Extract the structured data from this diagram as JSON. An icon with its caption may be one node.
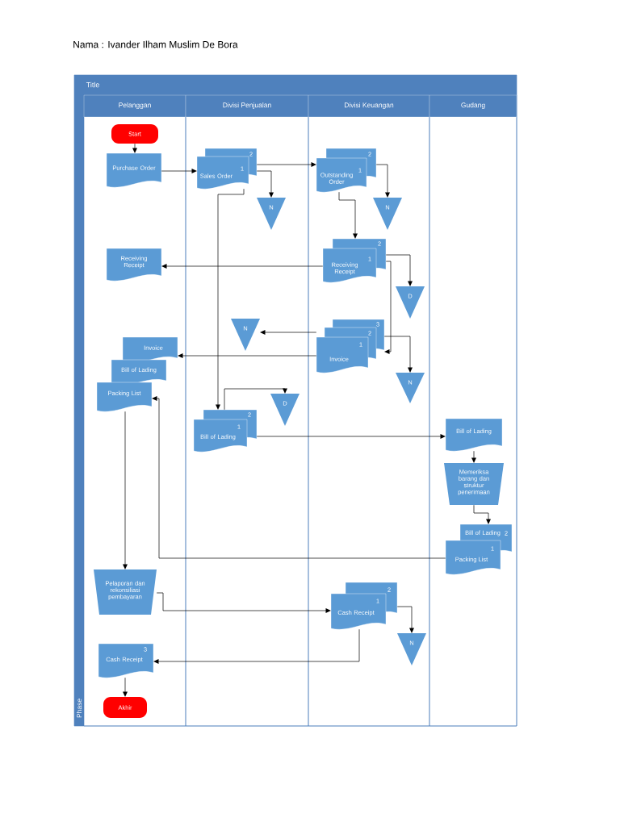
{
  "diagram": {
    "title": "Nama : Ivander Ilham Muslim De Bora",
    "nodes": [
      {
        "text": [
          "Title"
        ]
      },
      {
        "text": [
          "Phase"
        ],
        "in": 0
      },
      {
        "text": [
          "Pelanggan"
        ],
        "in": 0
      },
      {
        "text": [
          "Divisi Penjualan"
        ],
        "in": 0
      },
      {
        "text": [
          "Divisi Keuangan"
        ],
        "in": 0
      },
      {
        "text": [
          "Gudang"
        ],
        "in": 0
      },
      {
        "text": [
          "Start"
        ],
        "in": 2
      },
      {
        "text": [
          "Purchase Order"
        ],
        "in": 2
      },
      {
        "text": [
          "Sales Order",
          "1",
          "2"
        ],
        "in": 3
      },
      {
        "text": [
          "N"
        ],
        "in": 3
      },
      {
        "text": [
          "Outstanding Order",
          "1",
          "2"
        ],
        "in": 4
      },
      {
        "text": [
          "N"
        ],
        "in": 4
      },
      {
        "text": [
          "Receiving Receipt"
        ],
        "in": 2
      },
      {
        "text": [
          "Receiving Receipt",
          "1",
          "2"
        ],
        "in": 4
      },
      {
        "text": [
          "D"
        ],
        "in": 4
      },
      {
        "text": [
          "N"
        ],
        "in": 3
      },
      {
        "text": [
          "Invoice",
          "1",
          "2",
          "3"
        ],
        "in": 4
      },
      {
        "text": [
          "N"
        ],
        "in": 4
      },
      {
        "text": [
          "Invoice"
        ],
        "in": 2
      },
      {
        "text": [
          "Bill of Lading"
        ],
        "in": 2
      },
      {
        "text": [
          "Packing List"
        ],
        "in": 2
      },
      {
        "text": [
          "D"
        ],
        "in": 3
      },
      {
        "text": [
          "Bill of Lading",
          "1",
          "2"
        ],
        "in": 3
      },
      {
        "text": [
          "Bill of Lading"
        ],
        "in": 5
      },
      {
        "text": [
          "Memeriksa barang dan struktur penerimaan"
        ],
        "in": 5
      },
      {
        "text": [
          "Bill of Lading",
          "2",
          "Packing List",
          "1"
        ],
        "in": 5
      },
      {
        "text": [
          "Pelaporan dan rekonsiliasi pembayaran"
        ],
        "in": 2
      },
      {
        "text": [
          "Cash Receipt",
          "1",
          "2"
        ],
        "in": 4
      },
      {
        "text": [
          "N"
        ],
        "in": 4
      },
      {
        "text": [
          "Cash Receipt",
          "3"
        ],
        "in": 2
      },
      {
        "text": [
          "Akhir"
        ],
        "in": 2
      }
    ],
    "edges": [
      {
        "from": 6,
        "to": 7,
        "arrow": "to"
      },
      {
        "from": 7,
        "to": 8,
        "arrow": "to"
      },
      {
        "from": 8,
        "to": 10,
        "arrow": "to"
      },
      {
        "from": 8,
        "to": 9,
        "arrow": "to"
      },
      {
        "from": 8,
        "to": 22,
        "arrow": "to"
      },
      {
        "from": 10,
        "to": 11,
        "arrow": "to"
      },
      {
        "from": 10,
        "to": 13,
        "arrow": "to"
      },
      {
        "from": 13,
        "to": 12,
        "arrow": "to"
      },
      {
        "from": 13,
        "to": 14,
        "arrow": "to"
      },
      {
        "from": 13,
        "to": 16,
        "arrow": "to"
      },
      {
        "from": 16,
        "to": 15,
        "arrow": "to"
      },
      {
        "from": 16,
        "to": 18,
        "arrow": "to"
      },
      {
        "from": 16,
        "to": 17,
        "arrow": "to"
      },
      {
        "from": 22,
        "to": 21,
        "arrow": "to"
      },
      {
        "from": 22,
        "to": 23,
        "arrow": "to"
      },
      {
        "from": 23,
        "to": 24,
        "arrow": "to"
      },
      {
        "from": 24,
        "to": 25,
        "arrow": "to"
      },
      {
        "from": 25,
        "to": 20,
        "arrow": "to"
      },
      {
        "from": 20,
        "to": 26,
        "arrow": "to"
      },
      {
        "from": 26,
        "to": 27,
        "arrow": "to"
      },
      {
        "from": 27,
        "to": 28,
        "arrow": "to"
      },
      {
        "from": 27,
        "to": 29,
        "arrow": "to"
      },
      {
        "from": 29,
        "to": 30,
        "arrow": "to"
      }
    ]
  }
}
